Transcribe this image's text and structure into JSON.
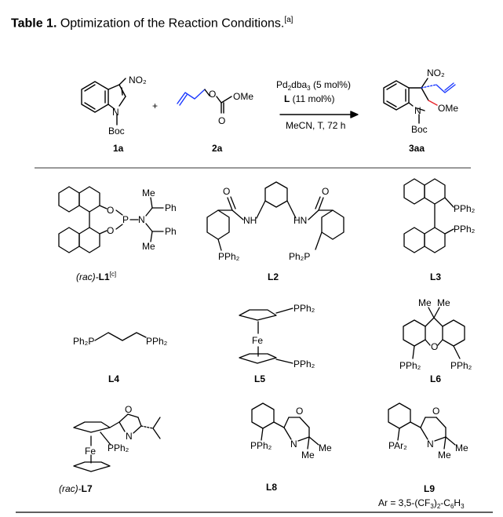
{
  "table": {
    "label": "Table 1.",
    "title": " Optimization of the Reaction Conditions.",
    "footnote": "[a]"
  },
  "colors": {
    "allyl": "#1a38ff",
    "methoxy": "#e8242a",
    "rule": "#999999"
  },
  "scheme": {
    "no2": "NO₂",
    "boc": "Boc",
    "n": "N",
    "plus": "+",
    "o": "O",
    "ome": "OMe",
    "cat_prefix": "Pd",
    "cat_sub1": "2",
    "cat_mid": "dba",
    "cat_sub2": "3",
    "cat_loading": " (5 mol%)",
    "ligand": "L",
    "ligand_loading": " (11 mol%)",
    "conditions": "MeCN, T, 72 h",
    "compound_1a": "1a",
    "compound_2a": "2a",
    "compound_3aa": "3aa"
  },
  "ligands": {
    "L1": {
      "prefix": "(rac)-",
      "label": "L1",
      "note": "[c]",
      "o": "O",
      "p": "P",
      "n": "N",
      "me": "Me",
      "ph": "Ph"
    },
    "L2": {
      "label": "L2",
      "nh1": "NH",
      "nh2": "HN",
      "pph2": "PPh₂",
      "ph2p": "Ph₂P",
      "o": "O"
    },
    "L3": {
      "label": "L3",
      "pph2": "PPh₂"
    },
    "L4": {
      "label": "L4",
      "left": "Ph₂P",
      "right": "PPh₂"
    },
    "L5": {
      "label": "L5",
      "pph2": "PPh₂",
      "fe": "Fe"
    },
    "L6": {
      "label": "L6",
      "me": "Me",
      "o": "O",
      "pph2": "PPh₂"
    },
    "L7": {
      "prefix": "(rac)-",
      "label": "L7",
      "fe": "Fe",
      "pph2": "PPh₂",
      "n": "N",
      "o": "O"
    },
    "L8": {
      "label": "L8",
      "pph2": "PPh₂",
      "n": "N",
      "o": "O",
      "me": "Me"
    },
    "L9": {
      "label": "L9",
      "par2": "PAr₂",
      "n": "N",
      "o": "O",
      "me": "Me",
      "ar_def_a": "Ar = 3,5-(CF",
      "ar_def_b": "3",
      "ar_def_c": ")",
      "ar_def_d": "2",
      "ar_def_e": "-C",
      "ar_def_f": "6",
      "ar_def_g": "H",
      "ar_def_h": "3"
    }
  }
}
